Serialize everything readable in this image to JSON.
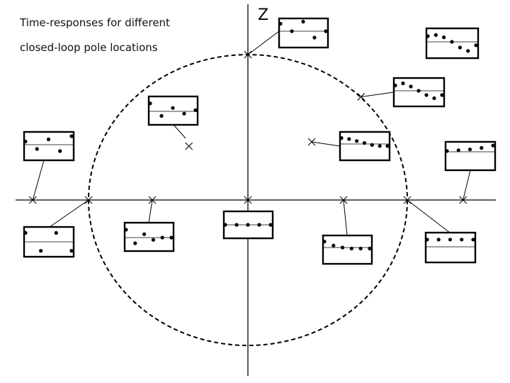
{
  "caption": {
    "line1": "Time-responses for different",
    "line2": "closed-loop pole locations"
  },
  "axis_label": "Z",
  "colors": {
    "stroke": "#000000",
    "background": "#ffffff"
  },
  "unit_circle": {
    "style": "dashed"
  },
  "poles": [
    {
      "id": "pole-on-circle-top",
      "re": 0.0,
      "im": 1.0,
      "marker": "x",
      "response": {
        "kind": "oscillating",
        "samples": [
          0.7,
          0.0,
          0.9,
          -0.6,
          0.0
        ]
      }
    },
    {
      "id": "pole-outside-upper-right",
      "re": 1.15,
      "im": 1.0,
      "marker": "x",
      "response": {
        "kind": "growing-oscillation",
        "samples": [
          0.5,
          0.6,
          0.4,
          0.0,
          -0.5,
          -0.8,
          -0.3
        ]
      }
    },
    {
      "id": "pole-on-circle-upper-right",
      "re": 0.71,
      "im": 0.71,
      "marker": "x",
      "response": {
        "kind": "sustained-oscillation",
        "samples": [
          0.5,
          0.7,
          0.4,
          0.0,
          -0.4,
          -0.7,
          -0.4
        ]
      }
    },
    {
      "id": "pole-inside-upper-left",
      "re": -0.37,
      "im": 0.37,
      "marker": "x",
      "response": {
        "kind": "damped-oscillation",
        "samples": [
          0.7,
          -0.4,
          0.3,
          -0.2,
          0.1
        ]
      }
    },
    {
      "id": "pole-inside-upper-right",
      "re": 0.4,
      "im": 0.4,
      "marker": "x",
      "response": {
        "kind": "damped-decay",
        "samples": [
          0.6,
          0.5,
          0.3,
          0.1,
          -0.1,
          -0.2,
          -0.2
        ]
      }
    },
    {
      "id": "pole-outside-left-real",
      "re": -1.35,
      "im": 0.0,
      "marker": "x",
      "response": {
        "kind": "growing-alternating",
        "samples": [
          0.3,
          -0.4,
          0.5,
          -0.6,
          0.8
        ]
      }
    },
    {
      "id": "pole-on-circle-left-real",
      "re": -1.0,
      "im": 0.0,
      "marker": "x",
      "response": {
        "kind": "alternating",
        "samples": [
          0.7,
          -0.7,
          0.7,
          -0.7
        ]
      }
    },
    {
      "id": "pole-inside-left-real",
      "re": -0.6,
      "im": 0.0,
      "marker": "x",
      "response": {
        "kind": "decaying-alternating",
        "samples": [
          0.7,
          -0.5,
          0.3,
          -0.2,
          0.0,
          0.0
        ]
      }
    },
    {
      "id": "pole-at-origin",
      "re": 0.0,
      "im": 0.0,
      "marker": "x",
      "response": {
        "kind": "deadbeat",
        "samples": [
          0.0,
          0.0,
          0.0,
          0.0,
          0.0
        ]
      }
    },
    {
      "id": "pole-inside-right-real",
      "re": 0.6,
      "im": 0.0,
      "marker": "x",
      "response": {
        "kind": "exponential-decay",
        "samples": [
          0.6,
          0.2,
          0.0,
          -0.1,
          -0.1,
          -0.1
        ]
      }
    },
    {
      "id": "pole-on-circle-right-real",
      "re": 1.0,
      "im": 0.0,
      "marker": "x",
      "response": {
        "kind": "constant",
        "samples": [
          0.6,
          0.6,
          0.6,
          0.6,
          0.6
        ]
      }
    },
    {
      "id": "pole-outside-right-real",
      "re": 1.35,
      "im": 0.0,
      "marker": "x",
      "response": {
        "kind": "exponential-growth",
        "samples": [
          0.1,
          0.2,
          0.3,
          0.5,
          0.8
        ]
      }
    }
  ]
}
